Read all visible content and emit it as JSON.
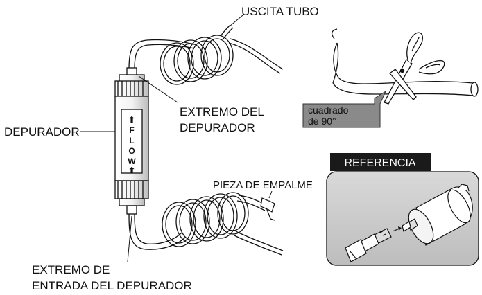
{
  "labels": {
    "uscita_tubo": "USCITA TUBO",
    "extremo_del_line1": "EXTREMO DEL",
    "extremo_del_line2": "DEPURADOR",
    "depurador": "DEPURADOR",
    "flow": [
      "⬆",
      "F",
      "L",
      "O",
      "W",
      "⬆"
    ],
    "cuadrado_line1": "cuadrado",
    "cuadrado_line2": "de 90°",
    "referencia": "REFERENCIA",
    "pieza_de_empalme": "PIEZA DE EMPALME",
    "extremo_entrada_line1": "EXTREMO DE",
    "extremo_entrada_line2": "ENTRADA DEL DEPURADOR"
  },
  "colors": {
    "line": "#111111",
    "reference_bg": "#c8c8c8",
    "reference_tab": "#1a1a1a",
    "tag_bg": "#8a8a8a",
    "filter_body": "#e8e8e8"
  },
  "icons": [
    "scissors-icon",
    "filter-cartridge-icon",
    "coiled-tube-icon",
    "connector-icon"
  ]
}
